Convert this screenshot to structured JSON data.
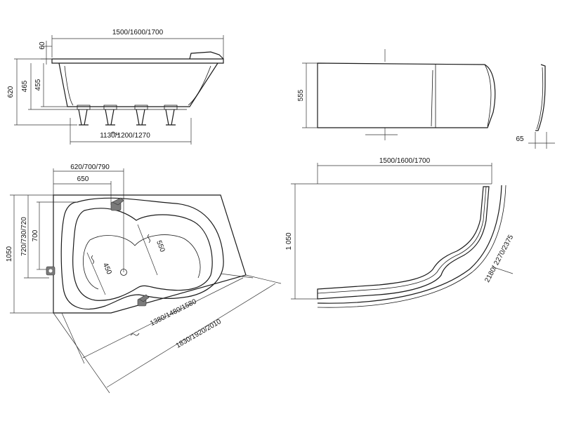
{
  "side_view": {
    "rim_height": "60",
    "length": "1500/1600/1700",
    "total_height": "620",
    "height_465": "465",
    "height_455": "455",
    "leg_span": "1130/1200/1270"
  },
  "panel_view": {
    "height": "555",
    "depth": "65"
  },
  "top_view": {
    "width_top": "620/700/790",
    "width_650": "650",
    "left_dims": "720/730/720",
    "left_700": "700",
    "depth": "1050",
    "diag_550": "550",
    "diag_450": "450",
    "inner_diag": "1380/1480/1580",
    "outer_diag": "1830/1920/2010"
  },
  "panel_top_view": {
    "length": "1500/1600/1700",
    "depth": "1 050",
    "arc": "2180/ 2270/2375"
  }
}
